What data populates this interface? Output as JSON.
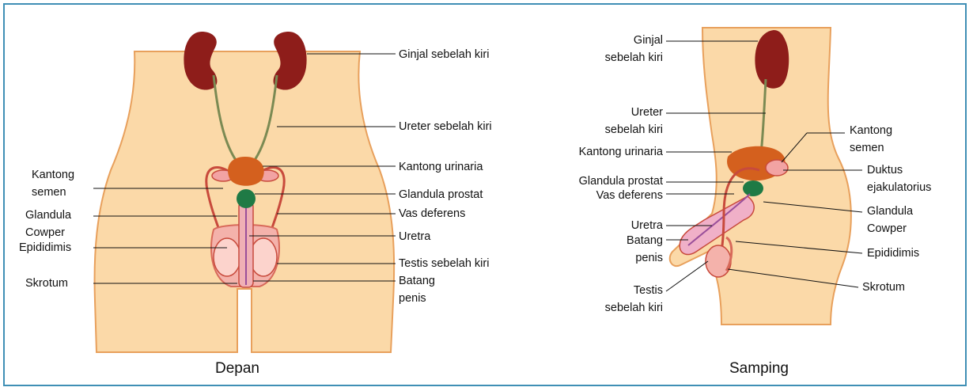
{
  "colors": {
    "frame": "#3f8fb5",
    "skin": "#fbd9a8",
    "skin_outline": "#e8a05c",
    "kidney": "#8e1d1a",
    "ureter": "#7b8a53",
    "bladder": "#d4601e",
    "prostate": "#1f7a45",
    "duct": "#c84a3c",
    "genital": "#f2a3a3"
  },
  "front": {
    "caption": "Depan",
    "labels": {
      "ginjal": "Ginjal sebelah kiri",
      "ureter": "Ureter sebelah kiri",
      "kantong_urinaria": "Kantong urinaria",
      "glandula_prostat": "Glandula prostat",
      "vas_deferens": "Vas deferens",
      "uretra": "Uretra",
      "testis": "Testis sebelah kiri",
      "batang_penis": "Batang\npenis",
      "kantong_semen": "Kantong\nsemen",
      "glandula_cowper": "Glandula\nCowper",
      "epididimis": "Epididimis",
      "skrotum": "Skrotum"
    }
  },
  "side": {
    "caption": "Samping",
    "labels": {
      "ginjal": "Ginjal\nsebelah kiri",
      "ureter": "Ureter\nsebelah kiri",
      "kantong_urinaria": "Kantong urinaria",
      "glandula_prostat": "Glandula prostat",
      "vas_deferens": "Vas deferens",
      "uretra": "Uretra",
      "batang_penis": "Batang\npenis",
      "testis": "Testis\nsebelah kiri",
      "kantong_semen": "Kantong\nsemen",
      "duktus": "Duktus\nejakulatorius",
      "glandula_cowper": "Glandula\nCowper",
      "epididimis": "Epididimis",
      "skrotum": "Skrotum"
    }
  }
}
